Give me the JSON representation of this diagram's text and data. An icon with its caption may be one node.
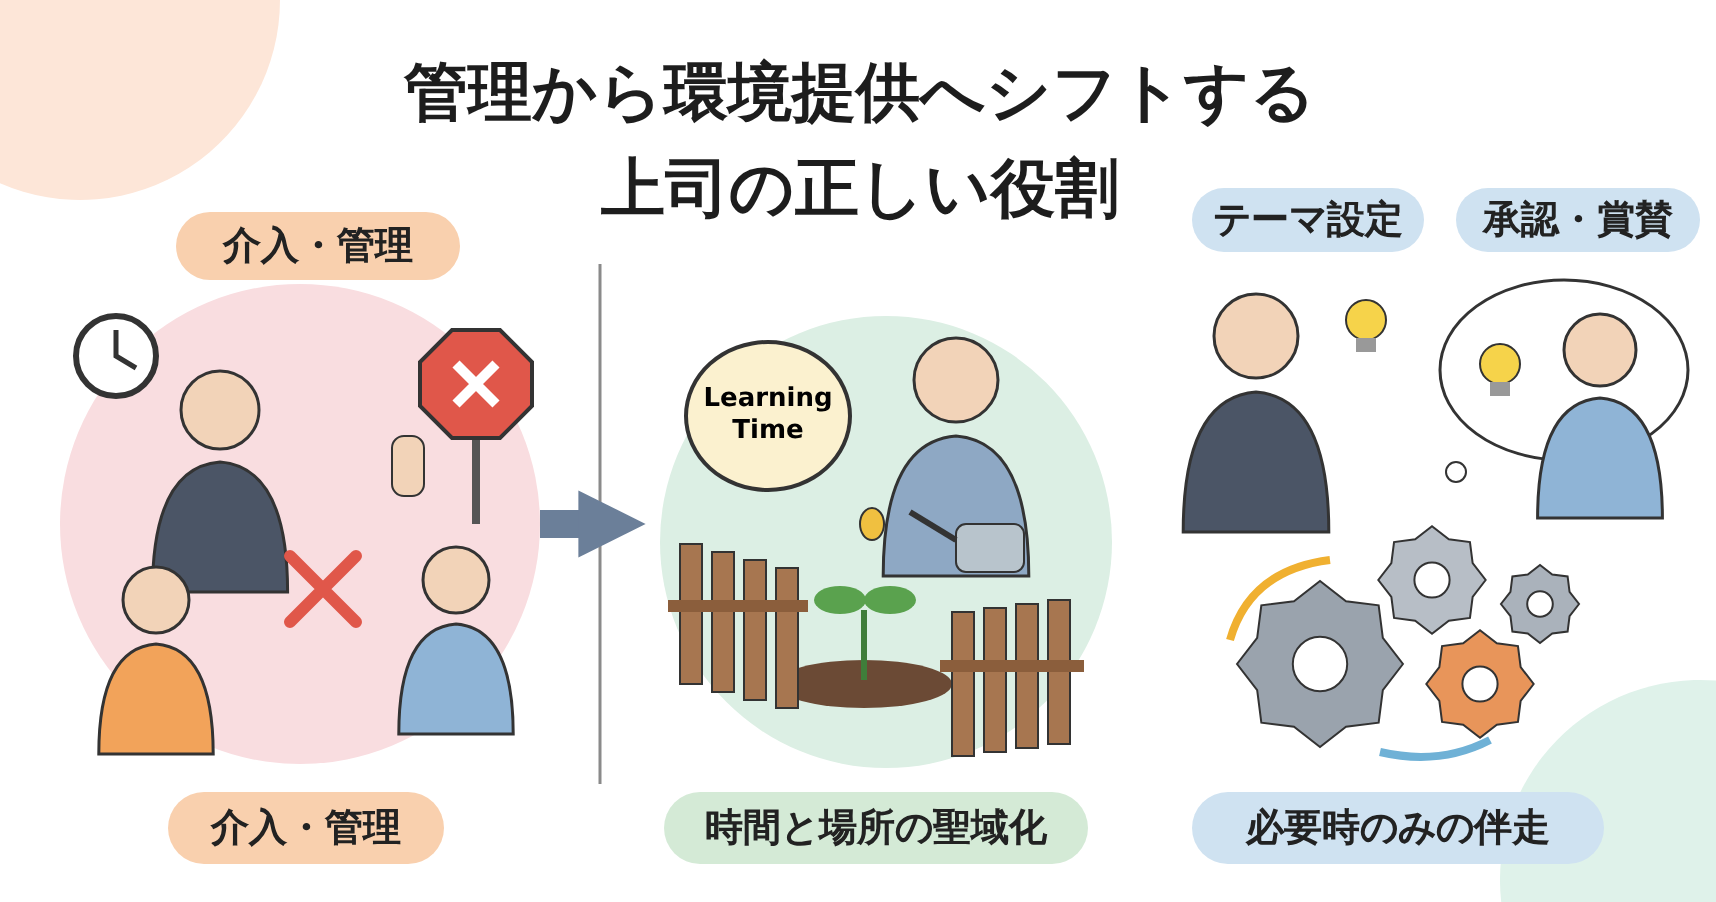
{
  "diagram": {
    "title": "管理から環境提供へシフトする上司の正しい役割",
    "nodes": [
      {
        "text": [
          "介入・管理"
        ]
      },
      {
        "text": [],
        "shape": "picture"
      },
      {
        "text": [
          "介入・管理"
        ]
      },
      {
        "text": [],
        "shape": "picture"
      },
      {
        "text": [
          "Learning Time"
        ],
        "in": 3
      },
      {
        "text": [
          "時間と場所の聖域化"
        ]
      },
      {
        "text": [
          "テーマ設定"
        ]
      },
      {
        "text": [
          "承認・賞賛"
        ]
      },
      {
        "text": [
          "必要時のみの伴走"
        ]
      }
    ],
    "edges": [
      {
        "from": 1,
        "to": 3,
        "arrow": "to"
      }
    ]
  }
}
